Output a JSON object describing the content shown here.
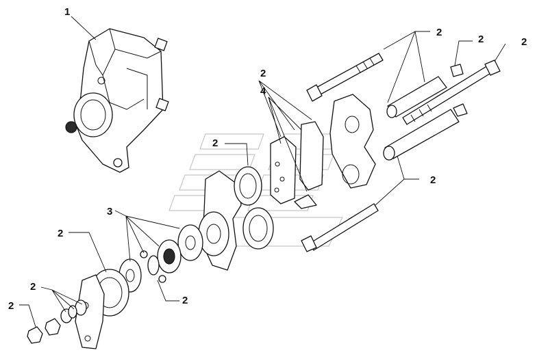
{
  "callouts": {
    "c_top_left": "1",
    "c_top_right_a": "2",
    "c_top_right_b": "2",
    "c_top_right_c": "2",
    "c_mid_a": "2",
    "c_mid_b": "4",
    "c_mid_left": "2",
    "c_right_lower": "2",
    "c_left_three": "3",
    "c_left_a": "2",
    "c_left_b": "2",
    "c_left_c": "2",
    "c_center_low": "2"
  }
}
